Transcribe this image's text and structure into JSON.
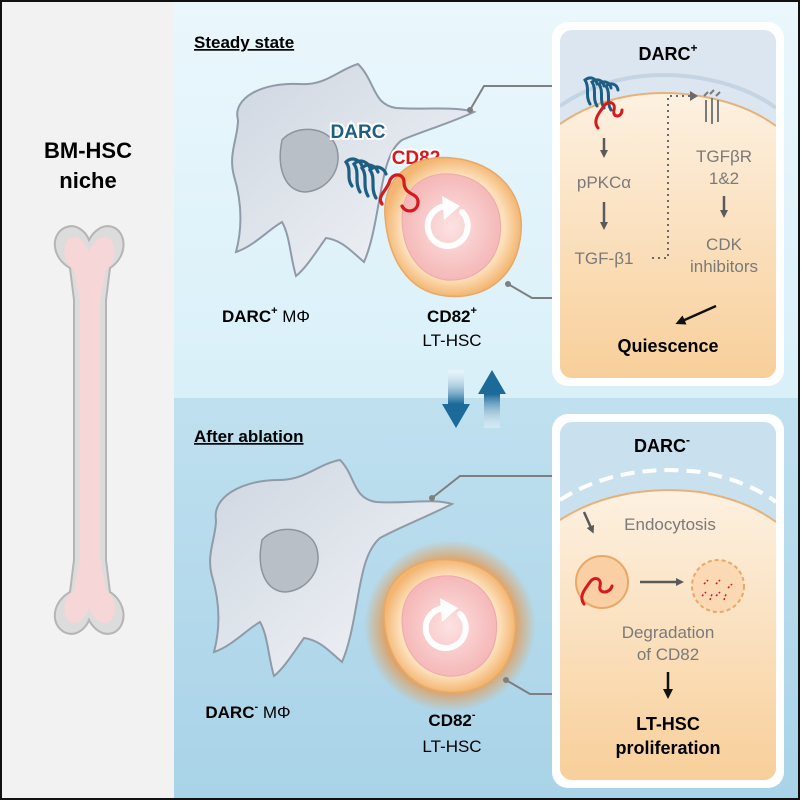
{
  "niche": {
    "title_line1": "BM-HSC",
    "title_line2": "niche"
  },
  "steady": {
    "section_title": "Steady state",
    "darc_label": "DARC",
    "cd82_label": "CD82",
    "macrophage": {
      "name": "DARC",
      "sup": "+",
      "suffix": " MΦ"
    },
    "hsc": {
      "name": "CD82",
      "sup": "+",
      "type": "LT-HSC"
    },
    "inset": {
      "title": "DARC",
      "title_sup": "+",
      "pathway_left": [
        "pPKCα",
        "TGF-β1"
      ],
      "pathway_right": [
        "TGFβR",
        "1&2",
        "CDK",
        "inhibitors"
      ],
      "outcome": "Quiescence"
    }
  },
  "ablation": {
    "section_title": "After ablation",
    "macrophage": {
      "name": "DARC",
      "sup": "-",
      "suffix": " MΦ"
    },
    "hsc": {
      "name": "CD82",
      "sup": "-",
      "type": "LT-HSC"
    },
    "inset": {
      "title": "DARC",
      "title_sup": "-",
      "step1": "Endocytosis",
      "step2_line1": "Degradation",
      "step2_line2": "of CD82",
      "outcome_line1": "LT-HSC",
      "outcome_line2": "proliferation"
    }
  },
  "colors": {
    "steady_bg": "#e3f4fb",
    "ablation_bg": "#b7d9ea",
    "darc_blue": "#1d5f83",
    "cd82_red": "#d7191c",
    "bone_pink": "#f6d6d6",
    "inset_cream": "#fbe3c4",
    "arrow_blue": "#1b6a9a"
  }
}
